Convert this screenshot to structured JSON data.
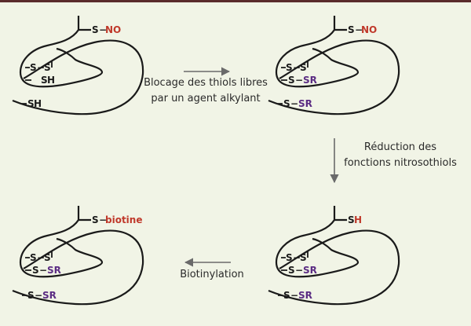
{
  "colors": {
    "background": "#f1f4e6",
    "accent_bar": "#5a2b2b",
    "red": "#c0392b",
    "purple": "#5b2c83",
    "ink": "#1a1a1a"
  },
  "steps": {
    "step1": {
      "line1": "Blocage des thiols libres",
      "line2": "par un agent alkylant"
    },
    "step2": {
      "line1": "Réduction des",
      "line2": "fonctions nitrosothiols"
    },
    "step3": {
      "line1": "Biotinylation"
    }
  },
  "proteins": {
    "p1": {
      "top_s": "S",
      "top_dash": "−",
      "top_group": "NO",
      "ss_left": "S",
      "ss_dash": "−",
      "ss_right": "S",
      "mid_s": "S",
      "mid_group": "H",
      "bot_s": "S",
      "bot_group": "H"
    },
    "p2": {
      "top_s": "S",
      "top_dash": "−",
      "top_group": "NO",
      "ss_left": "S",
      "ss_dash": "−",
      "ss_right": "S",
      "mid_s": "S",
      "mid_dash": "−",
      "mid_group": "SR",
      "bot_s": "S",
      "bot_dash": "−",
      "bot_group": "SR"
    },
    "p3": {
      "top_s": "S",
      "top_group": "H",
      "ss_left": "S",
      "ss_dash": "−",
      "ss_right": "S",
      "mid_s": "S",
      "mid_dash": "−",
      "mid_group": "SR",
      "bot_s": "S",
      "bot_dash": "−",
      "bot_group": "SR"
    },
    "p4": {
      "top_s": "S",
      "top_dash": "−",
      "top_group": "biotine",
      "ss_left": "S",
      "ss_dash": "−",
      "ss_right": "S",
      "mid_s": "S",
      "mid_dash": "−",
      "mid_group": "SR",
      "bot_s": "S",
      "bot_dash": "−",
      "bot_group": "SR"
    }
  }
}
